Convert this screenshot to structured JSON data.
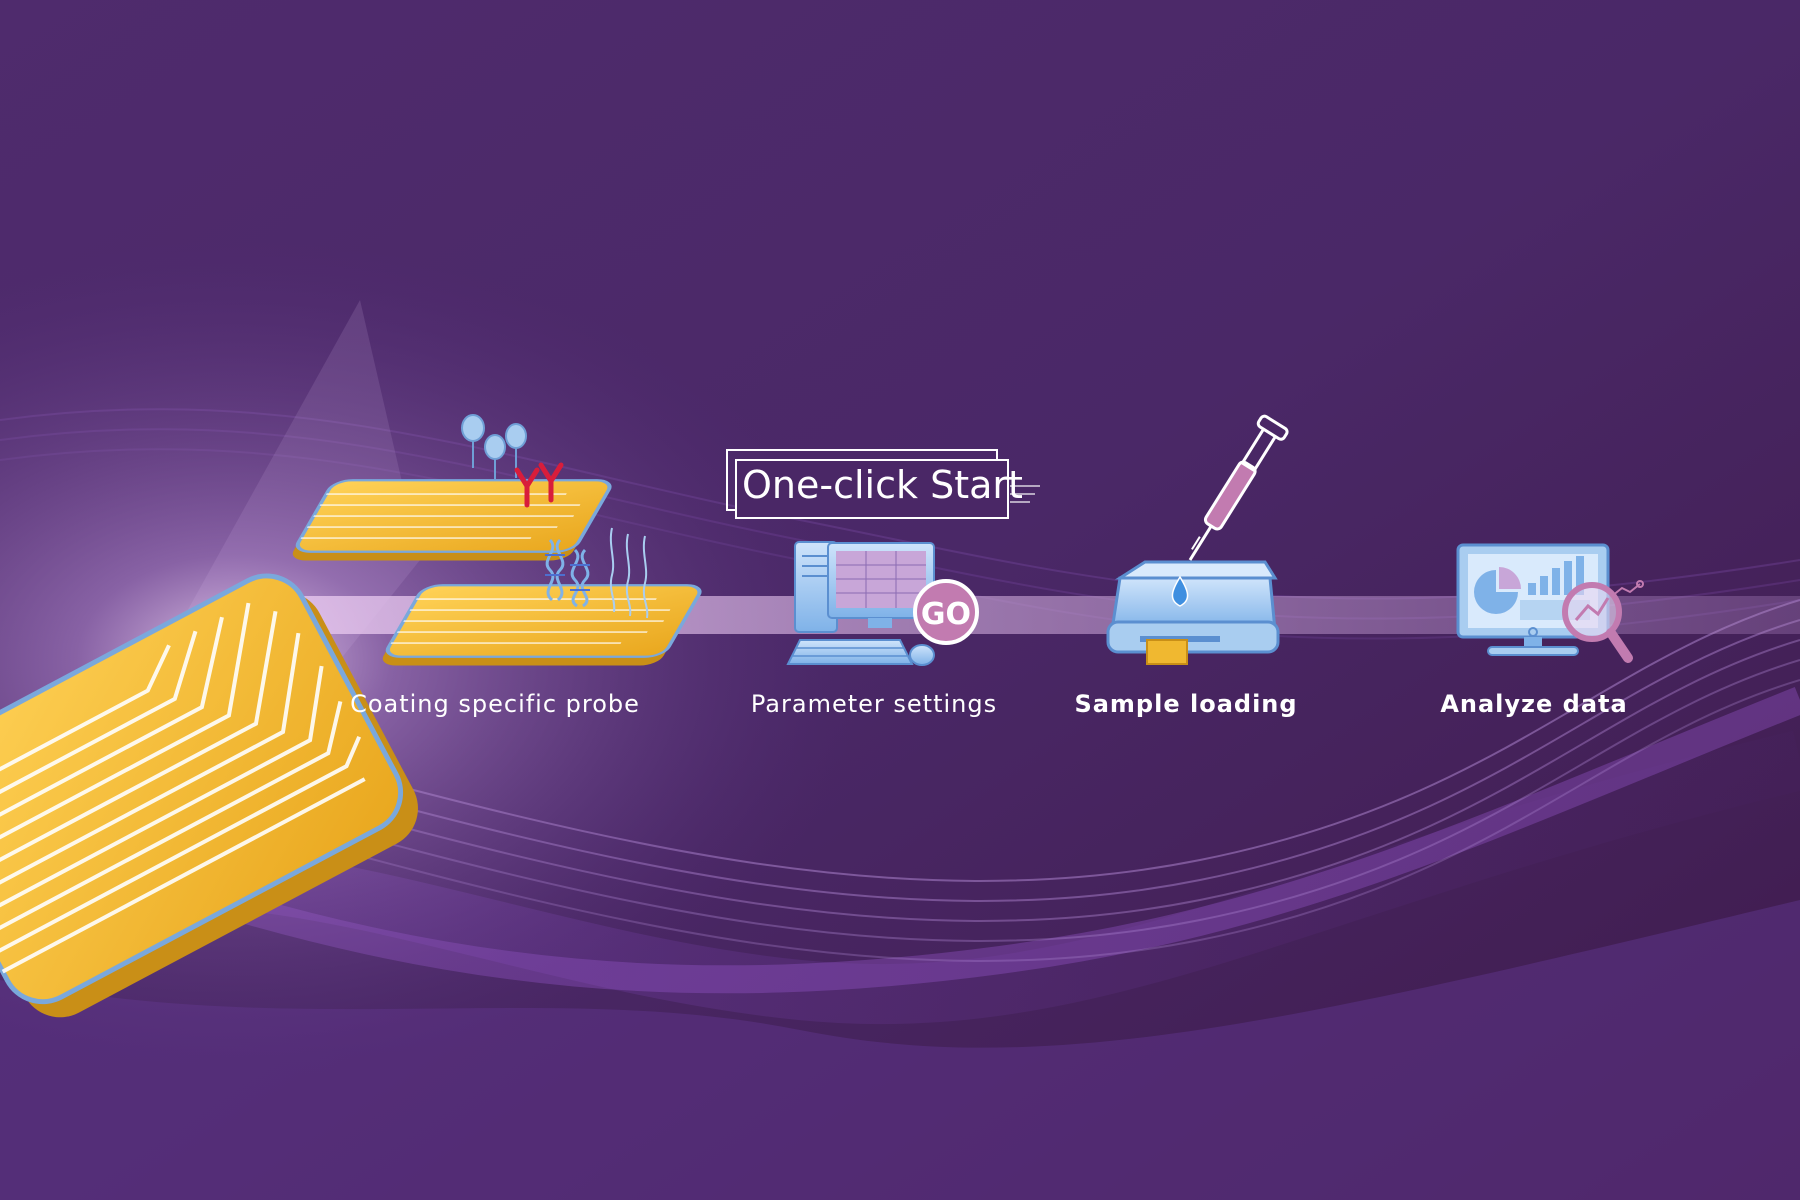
{
  "banner": {
    "button_label": "One-click Start",
    "go_badge": "GO"
  },
  "steps": [
    {
      "label": "Coating specific probe",
      "icon": "probe-chips-icon"
    },
    {
      "label": "Parameter settings",
      "icon": "computer-icon"
    },
    {
      "label": "Sample loading",
      "icon": "pipette-reader-icon"
    },
    {
      "label": "Analyze data",
      "icon": "data-monitor-icon"
    }
  ],
  "colors": {
    "background": "#4a2766",
    "chip_gold": "#f0b830",
    "device_blue": "#7fb2e8",
    "accent_pink": "#c27bb0",
    "antibody_red": "#d81d3b"
  }
}
